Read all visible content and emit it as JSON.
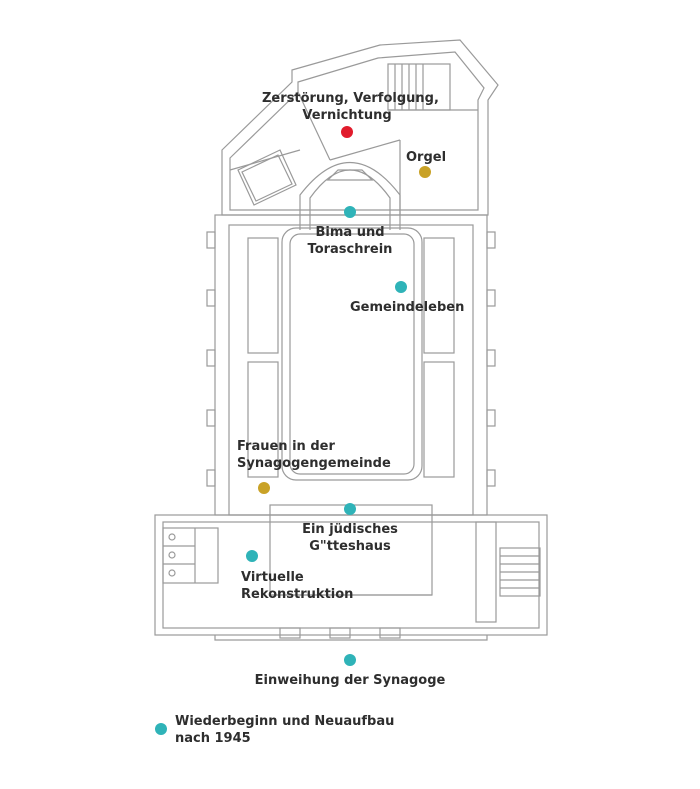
{
  "colors": {
    "teal": "#2fb3b8",
    "red": "#e11b2c",
    "gold": "#c9a227",
    "wall": "#9a9a9a"
  },
  "hotspots": [
    {
      "id": "zerstoerung",
      "lines": [
        "Zerstörung, Verfolgung,",
        "Vernichtung"
      ],
      "color": "red"
    },
    {
      "id": "orgel",
      "lines": [
        "Orgel"
      ],
      "color": "gold"
    },
    {
      "id": "bima",
      "lines": [
        "Bima und",
        "Toraschrein"
      ],
      "color": "teal"
    },
    {
      "id": "gemeindeleben",
      "lines": [
        "Gemeindeleben"
      ],
      "color": "teal"
    },
    {
      "id": "frauen",
      "lines": [
        "Frauen in der",
        "Synagogengemeinde"
      ],
      "color": "gold"
    },
    {
      "id": "gotteshaus",
      "lines": [
        "Ein jüdisches",
        "G\"tteshaus"
      ],
      "color": "teal"
    },
    {
      "id": "virtuelle",
      "lines": [
        "Virtuelle",
        "Rekonstruktion"
      ],
      "color": "teal"
    },
    {
      "id": "einweihung",
      "lines": [
        "Einweihung der Synagoge"
      ],
      "color": "teal"
    },
    {
      "id": "wiederbeginn",
      "lines": [
        "Wiederbeginn und Neuaufbau",
        "nach 1945"
      ],
      "color": "teal"
    }
  ]
}
